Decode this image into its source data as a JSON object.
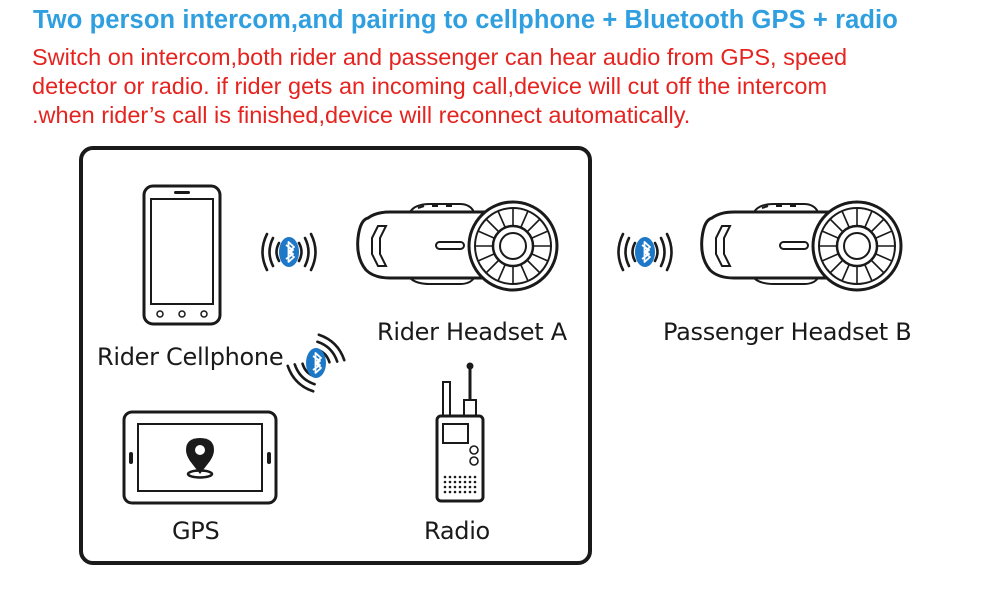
{
  "header": {
    "title": "Two person intercom,and pairing to cellphone + Bluetooth GPS + radio",
    "description_lines": [
      "Switch on intercom,both rider and passenger can hear audio from GPS, speed",
      "detector or radio. if rider gets an incoming call,device will cut off the intercom",
      ".when rider’s call is finished,device will reconnect automatically."
    ]
  },
  "diagram": {
    "labels": {
      "rider_cellphone": "Rider Cellphone",
      "rider_headset": "Rider Headset A",
      "passenger_headset": "Passenger Headset B",
      "gps": "GPS",
      "radio": "Radio"
    },
    "colors": {
      "title": "#2f9fe0",
      "description": "#e5231f",
      "bluetooth": "#1e78c8",
      "line": "#1a1a1a"
    },
    "icons": [
      "cellphone-icon",
      "headset-icon",
      "gps-icon",
      "location-pin-icon",
      "radio-icon",
      "bluetooth-icon"
    ]
  }
}
